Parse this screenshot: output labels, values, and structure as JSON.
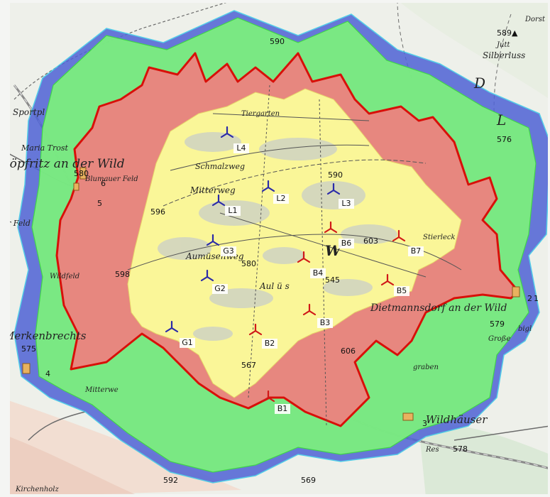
{
  "colors": {
    "background": "#eef0ea",
    "frame": "#f4f5f3",
    "zone_blue": "#4f63d6",
    "zone_green": "#7cf27c",
    "zone_red": "#f0807f",
    "zone_red_border": "#e00000",
    "zone_yellow": "#fbfb9a",
    "turbine_blue": "#2a2aa8",
    "turbine_red": "#d01818"
  },
  "place_labels": {
    "gopfritz": "Göpfritz an der Wild",
    "merkenbrechts": "Merkenbrechts",
    "dietmannsdorf": "Dietmannsdorf an der Wild",
    "wildhauser": "Wildhäuser",
    "tiergarten": "Tiergarten",
    "schmalzweg": "Schmalzweg",
    "mitterweg": "Mitterweg",
    "aumuesenweg": "Aumüsenweg",
    "aulus": "Aul ü s",
    "stierleck": "Stierleck",
    "wildfeld": "Wildfeld",
    "blumauer_feld": "Blumauer Feld",
    "sportpl": "Sportpl",
    "maria_trost": "Maria Trost",
    "kirchenholz": "Kirchenholz",
    "dorst": "Dorst",
    "silberluss": "Silberluss",
    "jutt": "Jutt",
    "feld": "r Feld",
    "mitterwe": "Mitterwe",
    "w_big": "W",
    "d_big": "D",
    "l_big": "L",
    "grosse": "Große",
    "graben": "graben",
    "bigl": "bigl",
    "res": "Res"
  },
  "elevations": [
    "590",
    "589▲",
    "576",
    "590",
    "596",
    "598",
    "580",
    "603",
    "580",
    "578",
    "592",
    "569",
    "567",
    "606",
    "575",
    "545",
    "579"
  ],
  "turbines_blue": [
    {
      "id": "L4",
      "label": "L4"
    },
    {
      "id": "L2",
      "label": "L2"
    },
    {
      "id": "L3",
      "label": "L3"
    },
    {
      "id": "L1",
      "label": "L1"
    },
    {
      "id": "G3",
      "label": "G3"
    },
    {
      "id": "G2",
      "label": "G2"
    },
    {
      "id": "G1",
      "label": "G1"
    }
  ],
  "turbines_red": [
    {
      "id": "B6",
      "label": "B6"
    },
    {
      "id": "B7",
      "label": "B7"
    },
    {
      "id": "B4",
      "label": "B4"
    },
    {
      "id": "B5",
      "label": "B5"
    },
    {
      "id": "B3",
      "label": "B3"
    },
    {
      "id": "B2",
      "label": "B2"
    },
    {
      "id": "B1",
      "label": "B1"
    }
  ],
  "observation_points": [
    {
      "id": "1",
      "label": "1"
    },
    {
      "id": "2",
      "label": "2"
    },
    {
      "id": "3",
      "label": "3"
    },
    {
      "id": "4",
      "label": "4"
    },
    {
      "id": "5",
      "label": "5"
    },
    {
      "id": "6",
      "label": "6"
    }
  ]
}
